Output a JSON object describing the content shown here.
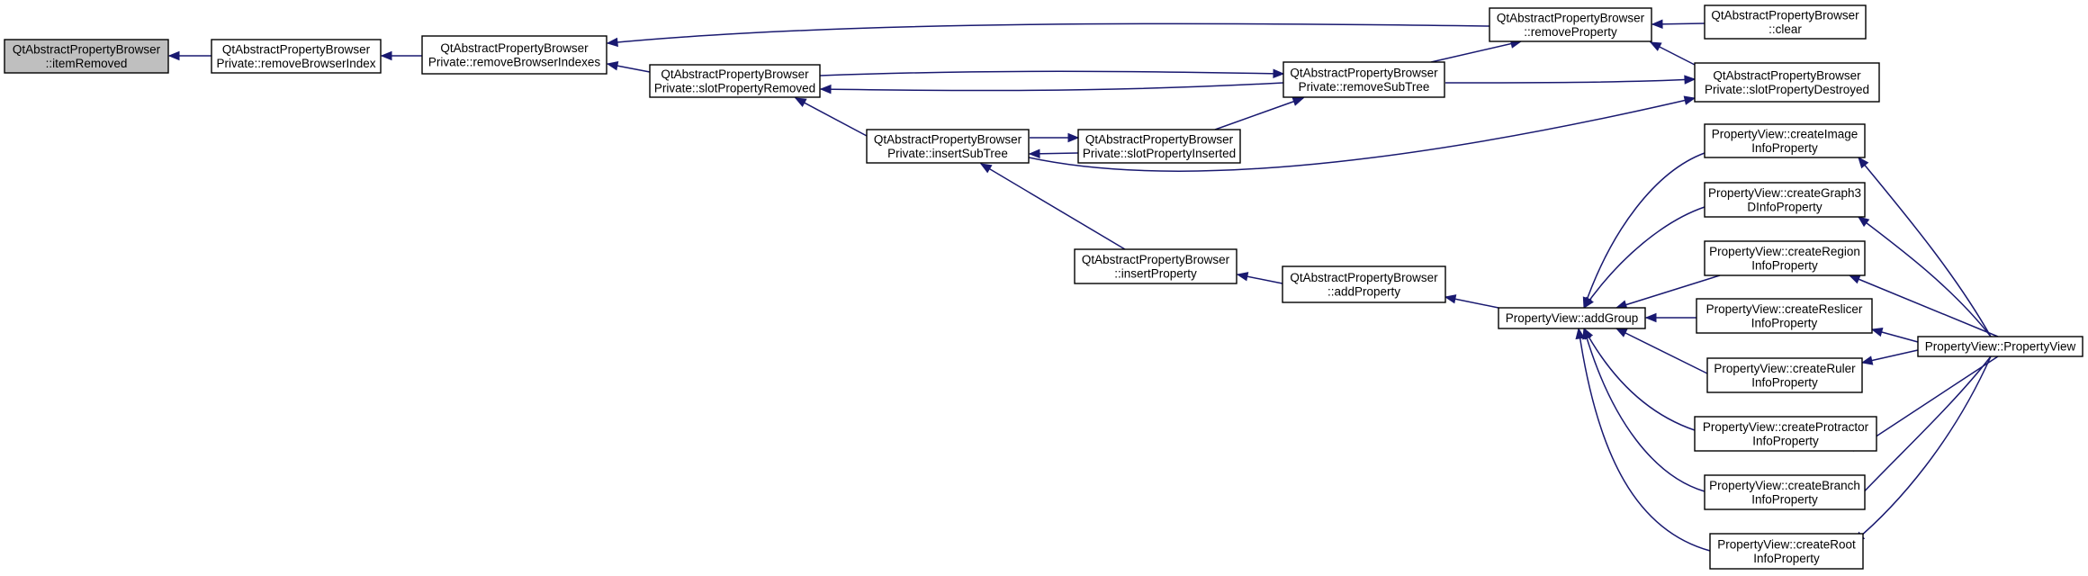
{
  "diagram": {
    "nodes": [
      {
        "id": "n1",
        "lines": [
          "QtAbstractPropertyBrowser",
          "::itemRemoved"
        ],
        "root": true
      },
      {
        "id": "n2",
        "lines": [
          "QtAbstractPropertyBrowser",
          "Private::removeBrowserIndex"
        ]
      },
      {
        "id": "n3",
        "lines": [
          "QtAbstractPropertyBrowser",
          "Private::removeBrowserIndexes"
        ]
      },
      {
        "id": "n4",
        "lines": [
          "QtAbstractPropertyBrowser",
          "Private::slotPropertyRemoved"
        ]
      },
      {
        "id": "n5",
        "lines": [
          "QtAbstractPropertyBrowser",
          "::removeProperty"
        ]
      },
      {
        "id": "n6",
        "lines": [
          "QtAbstractPropertyBrowser",
          "::clear"
        ]
      },
      {
        "id": "n7",
        "lines": [
          "QtAbstractPropertyBrowser",
          "Private::removeSubTree"
        ]
      },
      {
        "id": "n8",
        "lines": [
          "QtAbstractPropertyBrowser",
          "Private::slotPropertyDestroyed"
        ]
      },
      {
        "id": "n9",
        "lines": [
          "QtAbstractPropertyBrowser",
          "Private::insertSubTree"
        ]
      },
      {
        "id": "n10",
        "lines": [
          "QtAbstractPropertyBrowser",
          "Private::slotPropertyInserted"
        ]
      },
      {
        "id": "n11",
        "lines": [
          "QtAbstractPropertyBrowser",
          "::insertProperty"
        ]
      },
      {
        "id": "n12",
        "lines": [
          "QtAbstractPropertyBrowser",
          "::addProperty"
        ]
      },
      {
        "id": "n13",
        "lines": [
          "PropertyView::addGroup"
        ]
      },
      {
        "id": "n14",
        "lines": [
          "PropertyView::createImage",
          "InfoProperty"
        ]
      },
      {
        "id": "n15",
        "lines": [
          "PropertyView::createGraph3",
          "DInfoProperty"
        ]
      },
      {
        "id": "n16",
        "lines": [
          "PropertyView::createRegion",
          "InfoProperty"
        ]
      },
      {
        "id": "n17",
        "lines": [
          "PropertyView::createReslicer",
          "InfoProperty"
        ]
      },
      {
        "id": "n18",
        "lines": [
          "PropertyView::createRuler",
          "InfoProperty"
        ]
      },
      {
        "id": "n19",
        "lines": [
          "PropertyView::createProtractor",
          "InfoProperty"
        ]
      },
      {
        "id": "n20",
        "lines": [
          "PropertyView::createBranch",
          "InfoProperty"
        ]
      },
      {
        "id": "n21",
        "lines": [
          "PropertyView::createRoot",
          "InfoProperty"
        ]
      },
      {
        "id": "n22",
        "lines": [
          "PropertyView::PropertyView"
        ]
      }
    ],
    "edges": [
      {
        "from": "n2",
        "to": "n1"
      },
      {
        "from": "n3",
        "to": "n2"
      },
      {
        "from": "n4",
        "to": "n3"
      },
      {
        "from": "n5",
        "to": "n3"
      },
      {
        "from": "n6",
        "to": "n5"
      },
      {
        "from": "n8",
        "to": "n5"
      },
      {
        "from": "n7",
        "to": "n5"
      },
      {
        "from": "n7",
        "to": "n4"
      },
      {
        "from": "n4",
        "to": "n7"
      },
      {
        "from": "n9",
        "to": "n4"
      },
      {
        "from": "n8",
        "to": "n7"
      },
      {
        "from": "n10",
        "to": "n7"
      },
      {
        "from": "n10",
        "to": "n9"
      },
      {
        "from": "n9",
        "to": "n10"
      },
      {
        "from": "n9",
        "to": "n8"
      },
      {
        "from": "n11",
        "to": "n9"
      },
      {
        "from": "n12",
        "to": "n11"
      },
      {
        "from": "n13",
        "to": "n12"
      },
      {
        "from": "n14",
        "to": "n13"
      },
      {
        "from": "n15",
        "to": "n13"
      },
      {
        "from": "n16",
        "to": "n13"
      },
      {
        "from": "n17",
        "to": "n13"
      },
      {
        "from": "n18",
        "to": "n13"
      },
      {
        "from": "n19",
        "to": "n13"
      },
      {
        "from": "n20",
        "to": "n13"
      },
      {
        "from": "n21",
        "to": "n13"
      },
      {
        "from": "n22",
        "to": "n14"
      },
      {
        "from": "n22",
        "to": "n15"
      },
      {
        "from": "n22",
        "to": "n16"
      },
      {
        "from": "n22",
        "to": "n17"
      },
      {
        "from": "n22",
        "to": "n18"
      },
      {
        "from": "n22",
        "to": "n19"
      },
      {
        "from": "n22",
        "to": "n20"
      },
      {
        "from": "n22",
        "to": "n21"
      }
    ]
  },
  "colors": {
    "edge": "#191970",
    "root_fill": "#bfbfbf",
    "node_fill": "#ffffff",
    "border": "#000000"
  }
}
